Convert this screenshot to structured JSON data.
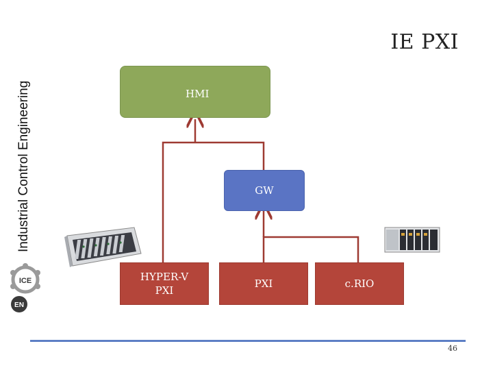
{
  "side_title": "Industrial Control Engineering",
  "title": "IE PXI",
  "logo": {
    "text": "EN ICE",
    "colors": {
      "hex": "#9a9a9a",
      "center": "#ffffff",
      "text": "#3a3a3a"
    }
  },
  "nodes": {
    "hmi": "HMI",
    "gw": "GW",
    "hyperv_line1": "HYPER-V",
    "hyperv_line2": "PXI",
    "pxi": "PXI",
    "crio": "c.RIO"
  },
  "colors": {
    "hmi": "#8ea85a",
    "gw": "#5a74c4",
    "hardware": "#b4453a",
    "wire": "#9e3a32",
    "footer_line": "#5d7fc5"
  },
  "devices": [
    "pxi-chassis-photo",
    "crio-chassis-photo"
  ],
  "page_number": "46"
}
